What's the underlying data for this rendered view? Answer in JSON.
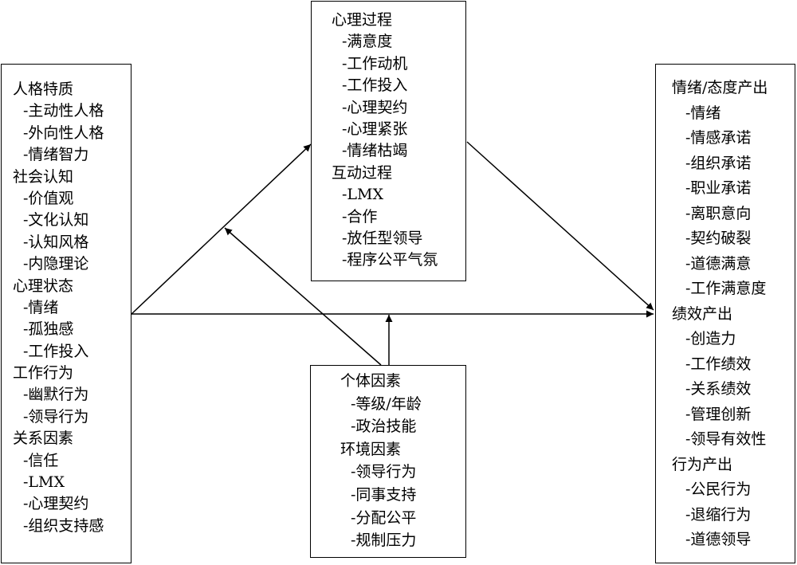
{
  "boxes": {
    "left": {
      "sections": [
        {
          "title": "人格特质",
          "items": [
            "-主动性人格",
            "-外向性人格",
            "-情绪智力"
          ]
        },
        {
          "title": "社会认知",
          "items": [
            "-价值观",
            "-文化认知",
            "-认知风格",
            "-内隐理论"
          ]
        },
        {
          "title": "心理状态",
          "items": [
            "-情绪",
            "-孤独感",
            "-工作投入"
          ]
        },
        {
          "title": "工作行为",
          "items": [
            "-幽默行为",
            "-领导行为"
          ]
        },
        {
          "title": "关系因素",
          "items": [
            "-信任",
            "-LMX",
            "-心理契约",
            "-组织支持感"
          ]
        }
      ]
    },
    "top": {
      "sections": [
        {
          "title": "心理过程",
          "items": [
            "-满意度",
            "-工作动机",
            "-工作投入",
            "-心理契约",
            "-心理紧张",
            "-情绪枯竭"
          ]
        },
        {
          "title": "互动过程",
          "items": [
            "-LMX",
            "-合作",
            "-放任型领导",
            "-程序公平气氛"
          ]
        }
      ]
    },
    "bottom": {
      "sections": [
        {
          "title": "个体因素",
          "items": [
            "-等级/年龄",
            "-政治技能"
          ]
        },
        {
          "title": "环境因素",
          "items": [
            "-领导行为",
            "-同事支持",
            "-分配公平",
            "-规制压力"
          ]
        }
      ]
    },
    "right": {
      "sections": [
        {
          "title": "情绪/态度产出",
          "items": [
            "-情绪",
            "-情感承诺",
            "-组织承诺",
            "-职业承诺",
            "-离职意向",
            "-契约破裂",
            "-道德满意",
            "-工作满意度"
          ]
        },
        {
          "title": "绩效产出",
          "items": [
            "-创造力",
            "-工作绩效",
            "-关系绩效",
            "-管理创新",
            "-领导有效性"
          ]
        },
        {
          "title": "行为产出",
          "items": [
            "-公民行为",
            "-退缩行为",
            "-道德领导"
          ]
        }
      ]
    }
  }
}
